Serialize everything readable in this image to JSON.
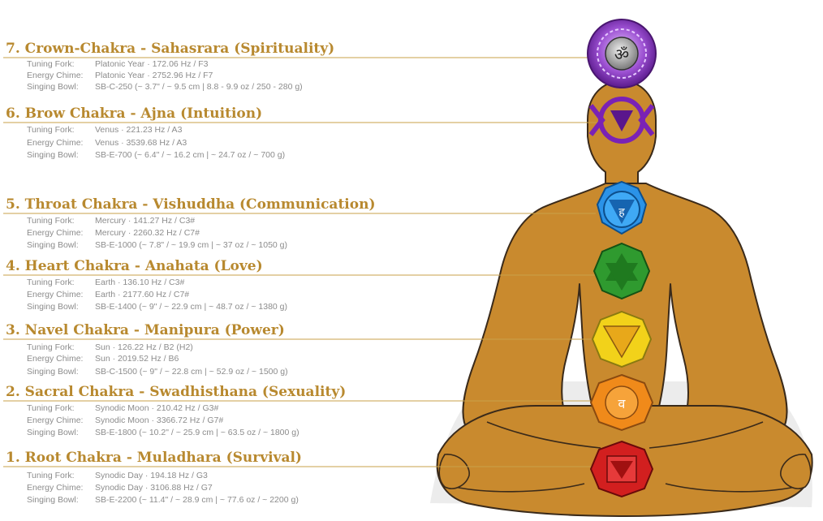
{
  "chakras": [
    {
      "title": "7. Crown-Chakra - Sahasrara (Spirituality)",
      "rows": [
        {
          "label": "Tuning Fork:",
          "value": "Platonic Year · 172.06 Hz / F3"
        },
        {
          "label": "Energy Chime:",
          "value": "Platonic Year · 2752.96 Hz / F7"
        },
        {
          "label": "Singing Bowl:",
          "value": "SB-C-250   (~ 3.7\" / ~ 9.5 cm | 8.8 - 9.9 oz / 250 - 280 g)"
        }
      ]
    },
    {
      "title": "6. Brow Chakra - Ajna (Intuition)",
      "rows": [
        {
          "label": "Tuning Fork:",
          "value": "Venus · 221.23 Hz / A3"
        },
        {
          "label": "Energy Chime:",
          "value": "Venus · 3539.68 Hz / A3"
        },
        {
          "label": "Singing Bowl:",
          "value": "SB-E-700   (~ 6.4\" / ~ 16.2 cm | ~ 24.7 oz / ~ 700 g)"
        }
      ]
    },
    {
      "title": "5. Throat Chakra - Vishuddha (Communication)",
      "rows": [
        {
          "label": "Tuning Fork:",
          "value": "Mercury · 141.27 Hz / C3#"
        },
        {
          "label": "Energy Chime:",
          "value": "Mercury · 2260.32 Hz / C7#"
        },
        {
          "label": "Singing Bowl:",
          "value": "SB-E-1000   (~ 7.8\" / ~ 19.9 cm | ~ 37 oz / ~ 1050 g)"
        }
      ]
    },
    {
      "title": "4. Heart Chakra - Anahata (Love)",
      "rows": [
        {
          "label": "Tuning Fork:",
          "value": "Earth · 136.10 Hz / C3#"
        },
        {
          "label": "Energy Chime:",
          "value": "Earth · 2177.60 Hz / C7#"
        },
        {
          "label": "Singing Bowl:",
          "value": "SB-E-1400   (~ 9\" / ~ 22.9 cm | ~ 48.7 oz / ~ 1380 g)"
        }
      ]
    },
    {
      "title": "3. Navel Chakra - Manipura (Power)",
      "rows": [
        {
          "label": "Tuning Fork:",
          "value": "Sun · 126.22 Hz / B2 (H2)"
        },
        {
          "label": "Energy Chime:",
          "value": "Sun · 2019.52 Hz / B6"
        },
        {
          "label": "Singing Bowl:",
          "value": "SB-C-1500   (~ 9\" / ~ 22.8 cm | ~ 52.9 oz / ~ 1500 g)"
        }
      ]
    },
    {
      "title": "2. Sacral Chakra - Swadhisthana (Sexuality)",
      "rows": [
        {
          "label": "Tuning Fork:",
          "value": "Synodic Moon · 210.42 Hz / G3#"
        },
        {
          "label": "Energy Chime:",
          "value": "Synodic Moon · 3366.72 Hz / G7#"
        },
        {
          "label": "Singing Bowl:",
          "value": "SB-E-1800   (~ 10.2\" / ~ 25.9 cm | ~ 63.5 oz / ~ 1800 g)"
        }
      ]
    },
    {
      "title": "1. Root Chakra - Muladhara (Survival)",
      "rows": [
        {
          "label": "Tuning Fork:",
          "value": "Synodic Day · 194.18 Hz / G3"
        },
        {
          "label": "Energy Chime:",
          "value": "Synodic Day · 3106.88 Hz / G7"
        },
        {
          "label": "Singing Bowl:",
          "value": "SB-E-2200   (~ 11.4\" / ~ 28.9 cm | ~ 77.6 oz / ~ 2200 g)"
        }
      ]
    }
  ],
  "colors": {
    "title": "#b8892f",
    "rule": "#c9a24a",
    "detail": "#8c8c8c",
    "body": "#c98a2e",
    "outline": "#3a2a1a",
    "crown": "#8a3fc0",
    "brow": "#6a1fa0",
    "throat": "#1f7fd6",
    "heart": "#2e8b2e",
    "navel": "#f2d21a",
    "sacral": "#f08a1a",
    "root": "#d21f1f"
  }
}
